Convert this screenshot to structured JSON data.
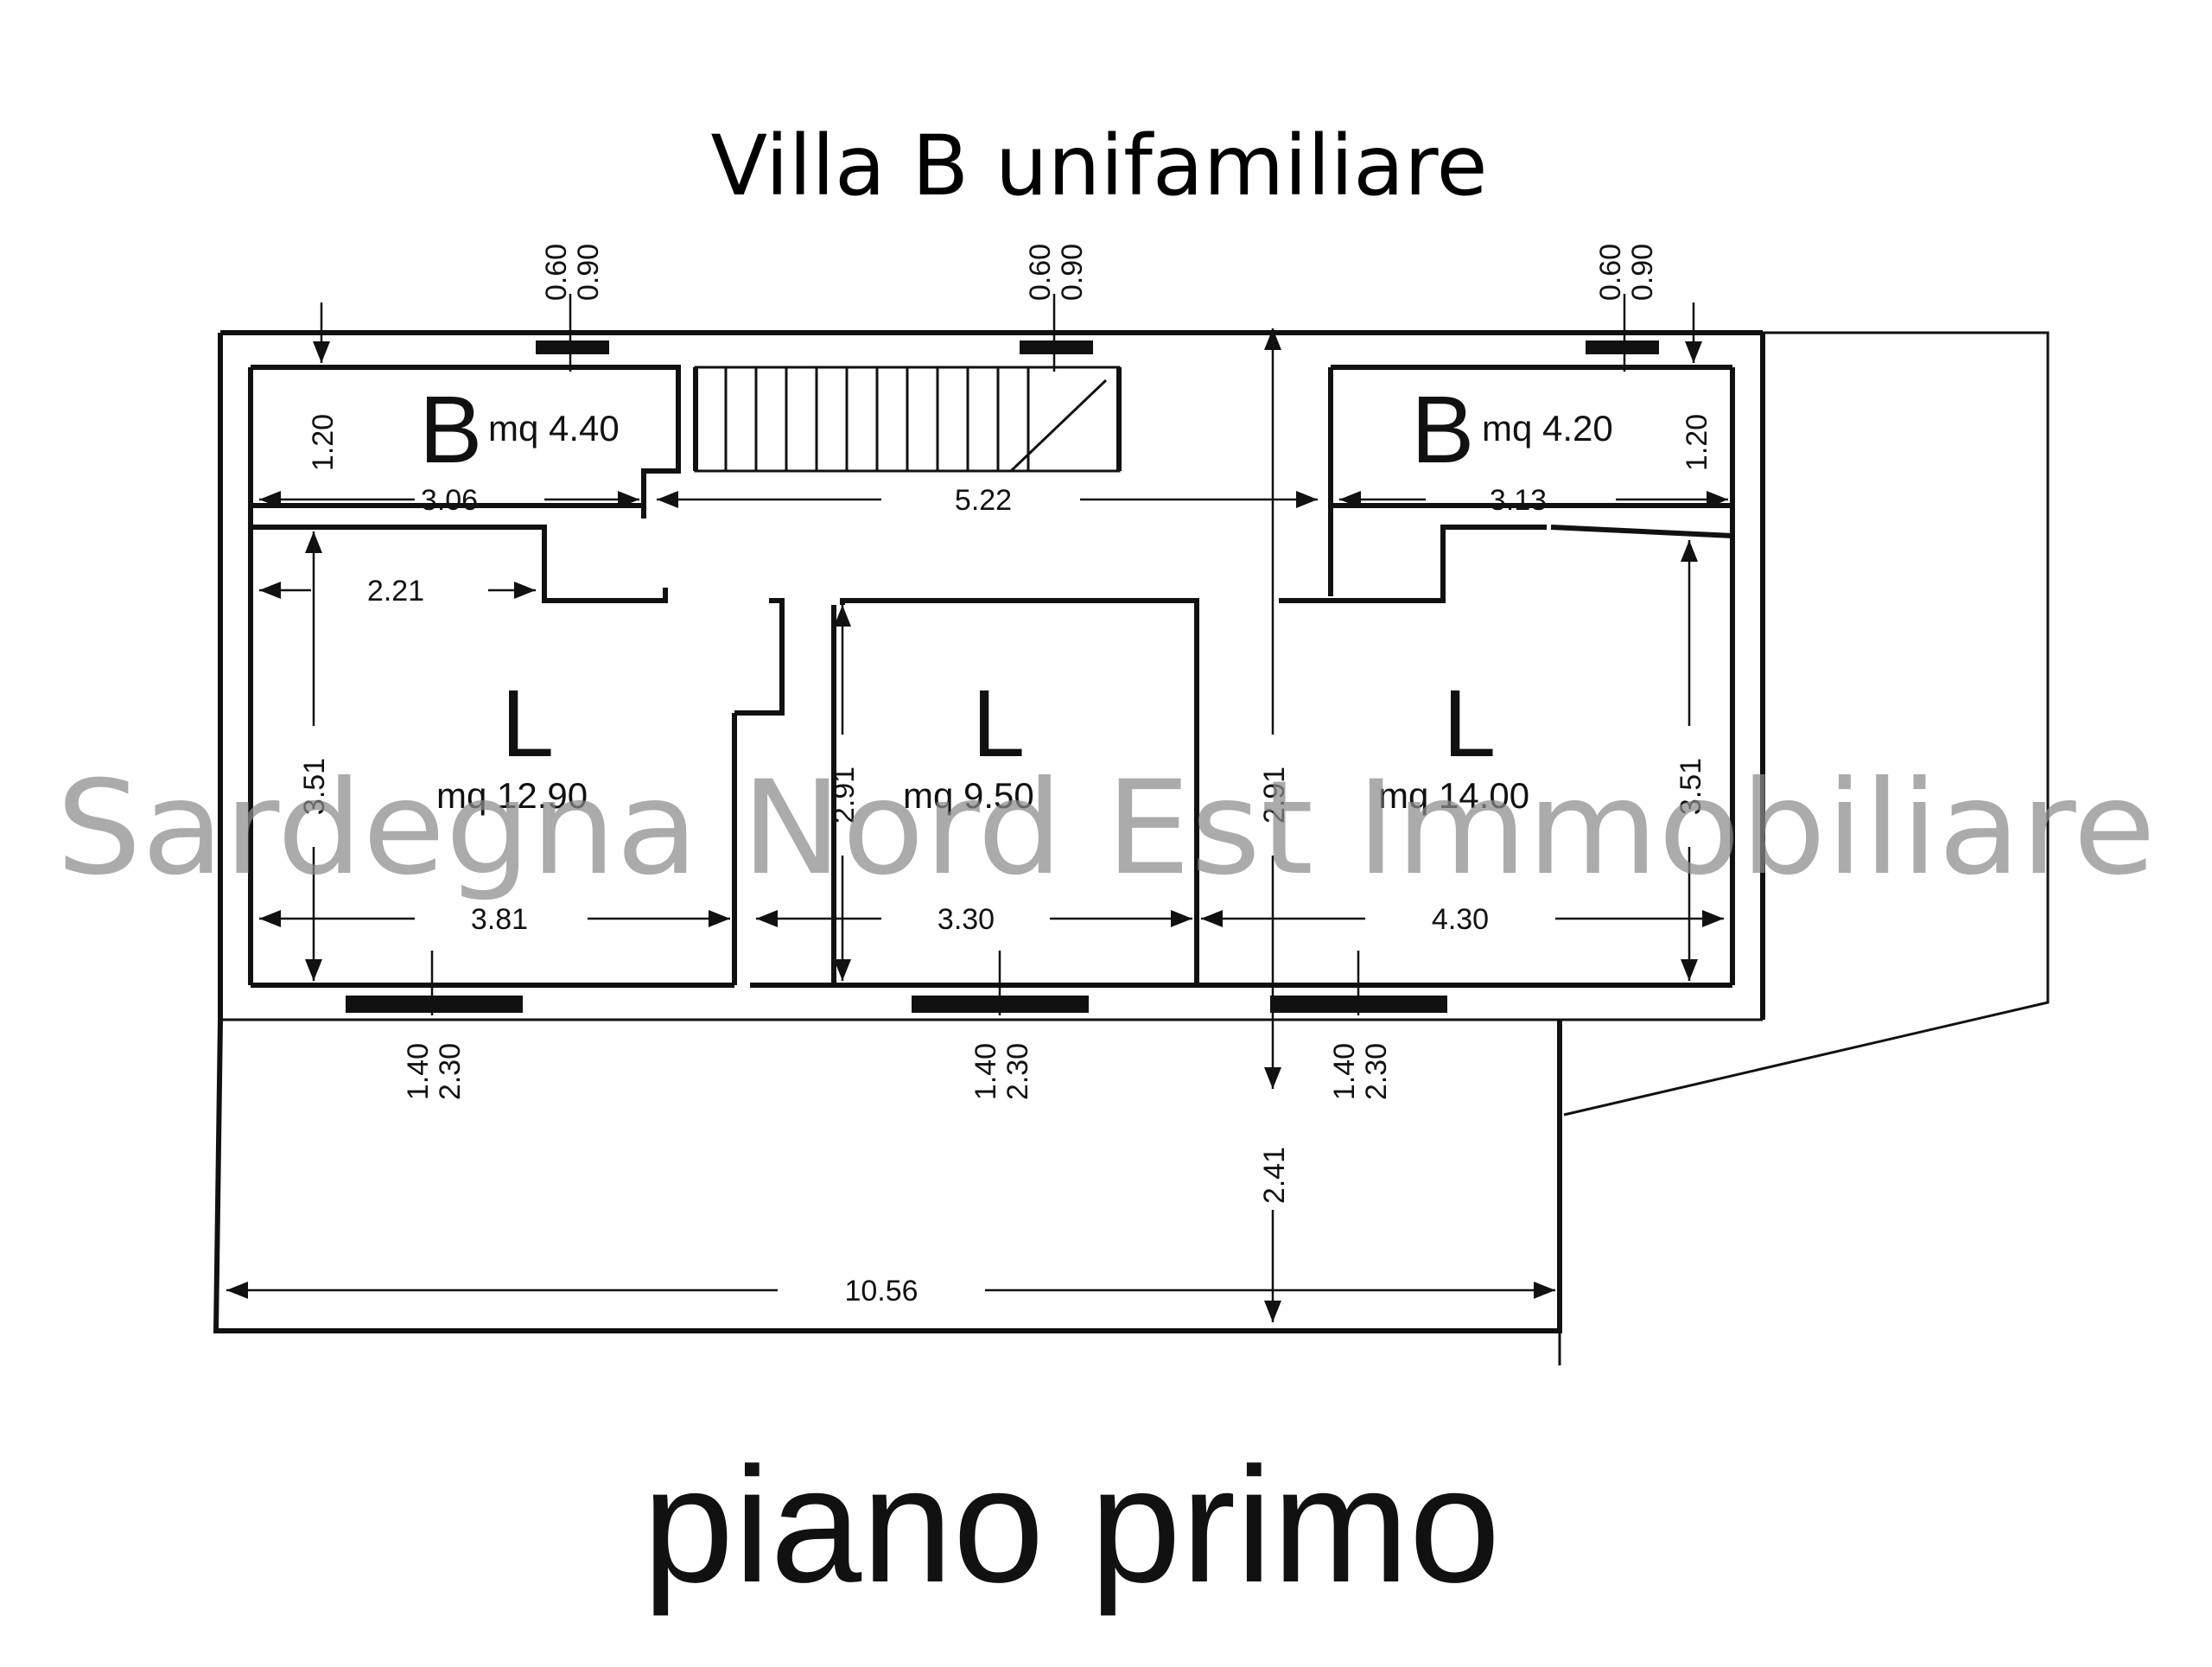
{
  "title": "Villa B unifamiliare",
  "footer": "piano primo",
  "watermark": "Sardegna Nord Est Immobiliare",
  "colors": {
    "lines": "#111111",
    "watermark": "#8c8c8c",
    "background": "#ffffff"
  },
  "rooms": {
    "bath_left": {
      "code": "B",
      "area": "mq 4.40"
    },
    "bath_right": {
      "code": "B",
      "area": "mq 4.20"
    },
    "bed_left": {
      "code": "L",
      "area": "mq 12.90"
    },
    "bed_center": {
      "code": "L",
      "area": "mq 9.50"
    },
    "bed_right": {
      "code": "L",
      "area": "mq 14.00"
    }
  },
  "dimensions": {
    "bath_left_width": "3.06",
    "bath_left_depth": "1.20",
    "corridor_width": "5.22",
    "bath_right_width": "3.13",
    "bath_right_depth": "1.20",
    "closet_width": "2.21",
    "bed_left_depth": "3.51",
    "bed_left_width": "3.81",
    "bed_center_depth": "2.91",
    "bed_center_width": "3.30",
    "bed_right_depth_left": "2.91",
    "bed_right_depth": "3.51",
    "bed_right_width": "4.30",
    "terrace_depth": "2.41",
    "terrace_width": "10.56"
  },
  "windows_top": [
    {
      "sill": "0.60",
      "height": "0.90"
    },
    {
      "sill": "0.60",
      "height": "0.90"
    },
    {
      "sill": "0.60",
      "height": "0.90"
    }
  ],
  "windows_bottom": [
    {
      "sill": "1.40",
      "height": "2.30"
    },
    {
      "sill": "1.40",
      "height": "2.30"
    },
    {
      "sill": "1.40",
      "height": "2.30"
    }
  ]
}
